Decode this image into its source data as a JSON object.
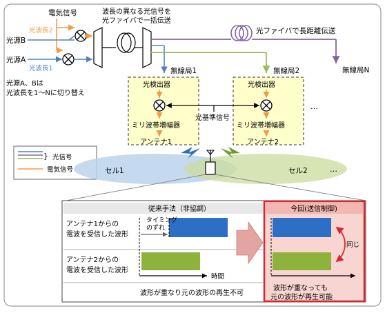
{
  "source_section": {
    "electric_signal_label": "電気信号",
    "wavelength2_label": "光波長2",
    "wavelength1_label": "光波長1",
    "source_b_label": "光源B",
    "source_a_label": "光源A",
    "switch_note_line1": "光源A、Bは",
    "switch_note_line2": "光波長を1～Nに切り替え",
    "fiber_bundle_note_line1": "波長の異なる光信号を",
    "fiber_bundle_note_line2": "光ファイバで一括伝送",
    "long_fiber_label": "光ファイバで長距離伝送",
    "station_n_label": "無線局N"
  },
  "stations": [
    {
      "name": "無線局1",
      "detector": "光検出器",
      "amplifier": "ミリ波帯増幅器",
      "antenna": "アンテナ1",
      "cell": "セル1"
    },
    {
      "name": "無線局2",
      "detector": "光検出器",
      "amplifier": "ミリ波帯増幅器",
      "antenna": "アンテナ2",
      "cell": "セル2"
    }
  ],
  "reference_signal_label": "光基準信号",
  "ellipsis": "…",
  "legend": {
    "optical": "光信号",
    "electrical": "電気信号"
  },
  "comparison": {
    "conventional_header": "従来手法（非協調）",
    "proposed_header": "今回(送信制御)",
    "row1_label_line1": "アンテナ1からの",
    "row1_label_line2": "電波を受信した波形",
    "row2_label_line1": "アンテナ2からの",
    "row2_label_line2": "電波を受信した波形",
    "timing_label_line1": "タイミング",
    "timing_label_line2": "のずれ",
    "time_label": "時間",
    "same_label": "同じ",
    "conventional_result": "波形が重なり元の波形の再生不可",
    "proposed_result_line1": "波形が重なっても",
    "proposed_result_line2": "元の波形が再生可能"
  },
  "colors": {
    "optical_wavelength1": "#4f81bd",
    "optical_wavelength2": "#f79646",
    "fiber_purple": "#8064a2",
    "fiber_green": "#9bbb59",
    "station_box_fill": "#ffffcc",
    "cell1_fill": "#bcd3ec",
    "cell2_fill": "#c9dc9d",
    "wave_blue": "#2e6fc6",
    "wave_green": "#8db33c",
    "proposed_border": "#d9272e",
    "proposed_fill": "#f8d5d0",
    "header_fill": "#e8e8e8",
    "arrow_fill": "#e2a5a2"
  }
}
